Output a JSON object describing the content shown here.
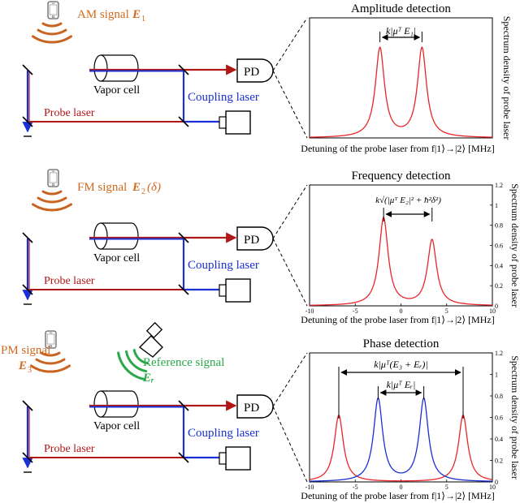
{
  "panels": [
    {
      "id": "am",
      "signal_prefix": "AM signal ",
      "signal_symbol": "E",
      "signal_sub": "1",
      "signal_suffix": "",
      "signal_color": "#d2691e",
      "vapor_cell": "Vapor cell",
      "coupling": "Coupling laser",
      "probe": "Probe laser",
      "pd": "PD",
      "plot_title": "Amplitude detection",
      "annotation": "k|μᵀ E₁|",
      "xlabel": "Detuning of the probe laser from f|1⟩→|2⟩  [MHz]",
      "ylabel": "Spectrum density of probe laser",
      "show_ticks": false
    },
    {
      "id": "fm",
      "signal_prefix": "FM signal ",
      "signal_symbol": "E",
      "signal_sub": "2",
      "signal_suffix": "(δ)",
      "signal_color": "#d2691e",
      "vapor_cell": "Vapor cell",
      "coupling": "Coupling laser",
      "probe": "Probe laser",
      "pd": "PD",
      "plot_title": "Frequency detection",
      "annotation": "k√(|μᵀ E₂|² + ħ²δ²)",
      "xlabel": "Detuning of the probe laser from f|1⟩→|2⟩  [MHz]",
      "ylabel": "Spectrum density of probe laser",
      "show_ticks": true
    },
    {
      "id": "pm",
      "signal_prefix": "PM signal",
      "signal_symbol": "E",
      "signal_sub": "3",
      "signal_suffix": "",
      "signal_color": "#d2691e",
      "reference_label": "Reference signal",
      "reference_symbol": "Eᵣ",
      "reference_color": "#2aa84a",
      "vapor_cell": "Vapor cell",
      "coupling": "Coupling laser",
      "probe": "Probe laser",
      "pd": "PD",
      "plot_title": "Phase detection",
      "annotation_outer": "k|μᵀ(E₃ + Eᵣ)|",
      "annotation_inner": "k|μᵀ Eᵣ|",
      "xlabel": "Detuning of the probe laser from f|1⟩→|2⟩  [MHz]",
      "ylabel": "Spectrum density of probe laser",
      "show_ticks": true
    }
  ],
  "chart_data": [
    {
      "type": "line",
      "title": "Amplitude detection",
      "xlabel": "Detuning of the probe laser from f|1⟩→|2⟩ [MHz]",
      "ylabel": "Spectrum density of probe laser",
      "xlim": [
        -10,
        10
      ],
      "ylim": [
        0,
        1.05
      ],
      "series": [
        {
          "color": "#e8262b",
          "peaks": [
            -2.3,
            2.3
          ],
          "heights": [
            0.78,
            0.78
          ],
          "width": 0.6
        }
      ]
    },
    {
      "type": "line",
      "title": "Frequency detection",
      "xlabel": "Detuning of the probe laser from f|1⟩→|2⟩ [MHz]",
      "ylabel": "Spectrum density of probe laser",
      "xlim": [
        -10,
        10
      ],
      "ylim": [
        0,
        1.2
      ],
      "x_ticks": [
        -10,
        -5,
        0,
        5,
        10
      ],
      "y_ticks": [
        0,
        0.2,
        0.4,
        0.6,
        0.8,
        1,
        1.2
      ],
      "series": [
        {
          "color": "#e8262b",
          "peaks": [
            -1.9,
            3.4
          ],
          "heights": [
            0.87,
            0.65
          ],
          "width": 0.6
        }
      ]
    },
    {
      "type": "line",
      "title": "Phase detection",
      "xlabel": "Detuning of the probe laser from f|1⟩→|2⟩ [MHz]",
      "ylabel": "Spectrum density of probe laser",
      "xlim": [
        -10,
        10
      ],
      "ylim": [
        0,
        1.2
      ],
      "x_ticks": [
        -10,
        -5,
        0,
        5,
        10
      ],
      "y_ticks": [
        0,
        0.2,
        0.4,
        0.6,
        0.8,
        1,
        1.2
      ],
      "series": [
        {
          "color": "#e8262b",
          "peaks": [
            -6.8,
            6.8
          ],
          "heights": [
            0.62,
            0.62
          ],
          "width": 0.6
        },
        {
          "color": "#1a2fd6",
          "peaks": [
            -2.5,
            2.5
          ],
          "heights": [
            0.77,
            0.77
          ],
          "width": 0.6
        }
      ]
    }
  ]
}
